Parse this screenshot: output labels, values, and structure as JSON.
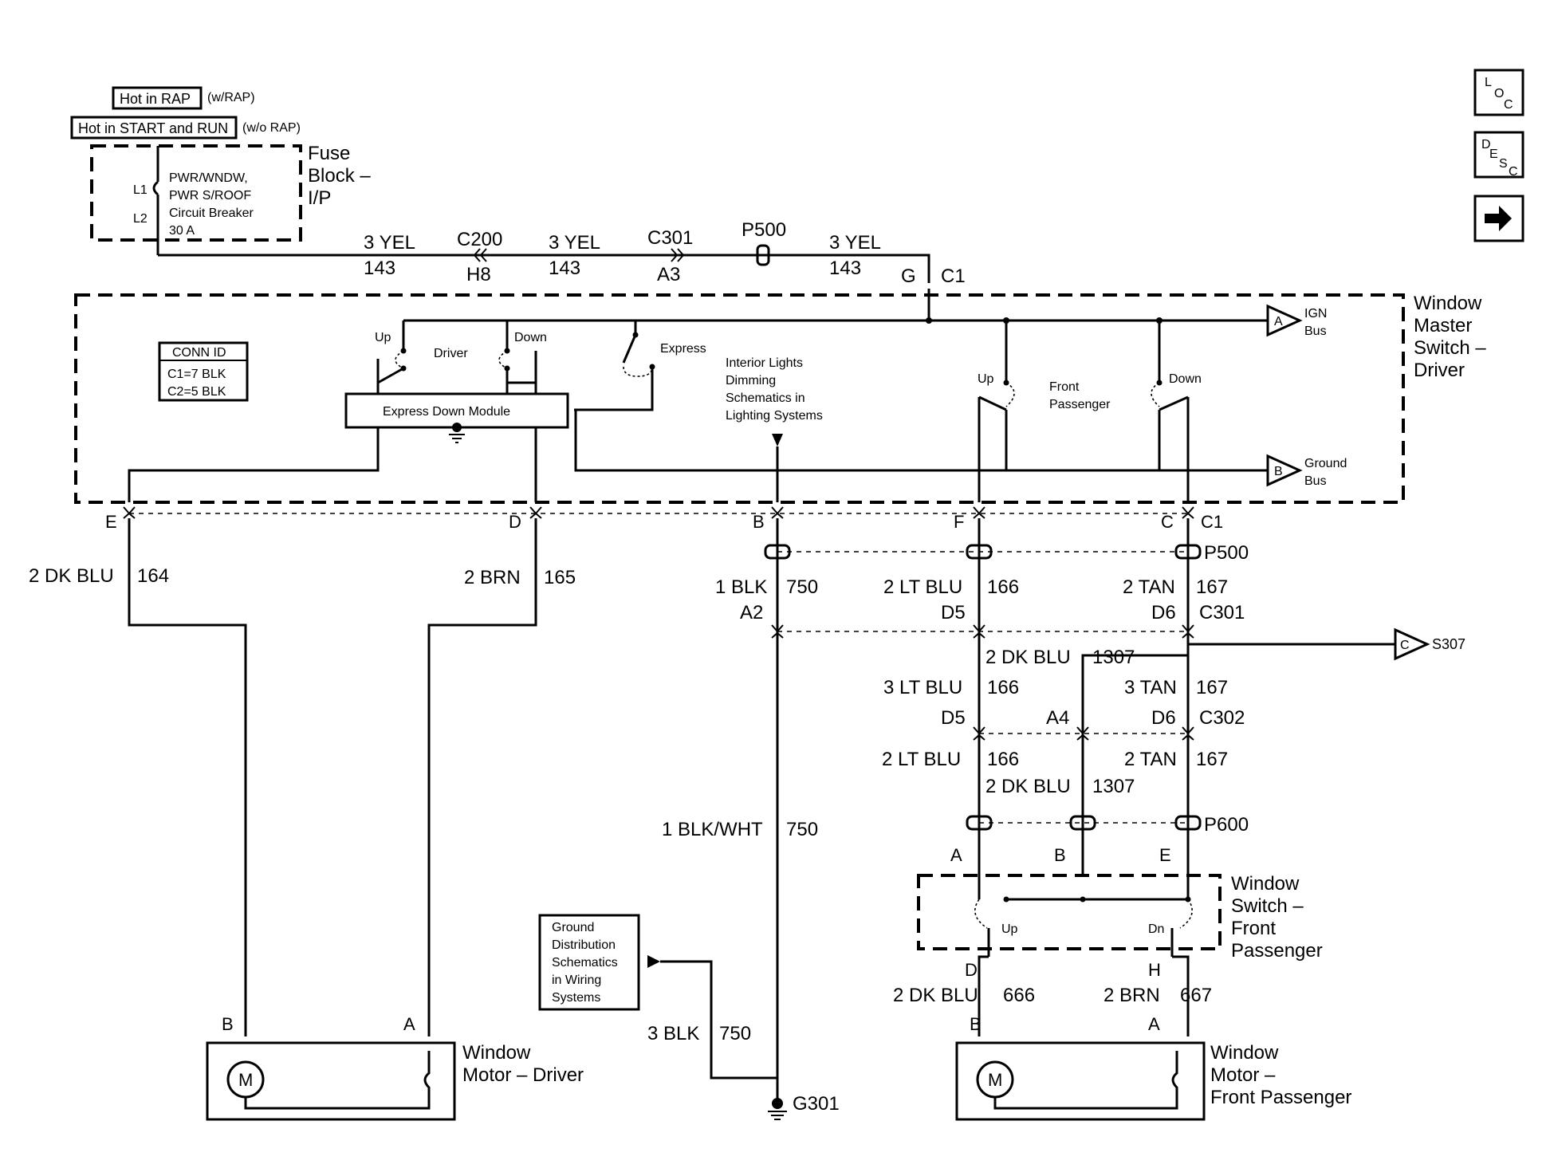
{
  "power": {
    "hot_rap": "Hot in RAP",
    "w_rap": "(w/RAP)",
    "hot_start_run": "Hot in START and RUN",
    "wo_rap": "(w/o RAP)"
  },
  "fuse_block": {
    "title_line1": "Fuse",
    "title_line2": "Block –",
    "title_line3": "I/P",
    "l1": "L1",
    "l2": "L2",
    "desc_line1": "PWR/WNDW,",
    "desc_line2": "PWR S/ROOF",
    "desc_line3": "Circuit Breaker",
    "desc_line4": "30 A"
  },
  "top_circuit": {
    "seg1_wire": "3 YEL",
    "seg1_num": "143",
    "c200": "C200",
    "h8": "H8",
    "seg2_wire": "3 YEL",
    "seg2_num": "143",
    "c301": "C301",
    "a3": "A3",
    "p500": "P500",
    "seg3_wire": "3 YEL",
    "seg3_num": "143",
    "g": "G",
    "c1": "C1"
  },
  "master_switch": {
    "title_line1": "Window",
    "title_line2": "Master",
    "title_line3": "Switch –",
    "title_line4": "Driver",
    "conn_id": "CONN ID",
    "c1_id": "C1=7 BLK",
    "c2_id": "C2=5 BLK",
    "up": "Up",
    "down": "Down",
    "driver": "Driver",
    "express": "Express",
    "express_module": "Express Down Module",
    "interior_line1": "Interior Lights",
    "interior_line2": "Dimming",
    "interior_line3": "Schematics in",
    "interior_line4": "Lighting Systems",
    "fp_up": "Up",
    "fp_down": "Down",
    "front": "Front",
    "passenger": "Passenger",
    "ign_a": "A",
    "ign": "IGN",
    "ign_bus": "Bus",
    "gnd_b": "B",
    "ground": "Ground",
    "gnd_bus": "Bus"
  },
  "pins_c1": {
    "e": "E",
    "d": "D",
    "b": "B",
    "f": "F",
    "c": "C",
    "c1": "C1"
  },
  "wires": {
    "w164": "2 DK BLU",
    "n164": "164",
    "w165": "2 BRN",
    "n165": "165",
    "w750a": "1 BLK",
    "n750a": "750",
    "a2": "A2",
    "w166a": "2 LT BLU",
    "n166a": "166",
    "d5a": "D5",
    "w167a": "2 TAN",
    "n167a": "167",
    "d6a": "D6",
    "c301": "C301",
    "p500": "P500",
    "s307_c": "C",
    "s307": "S307",
    "w1307a": "2 DK BLU",
    "n1307a": "1307",
    "w166b": "3 LT BLU",
    "n166b": "166",
    "w167b": "3 TAN",
    "n167b": "167",
    "d5b": "D5",
    "a4": "A4",
    "d6b": "D6",
    "c302": "C302",
    "w166c": "2 LT BLU",
    "n166c": "166",
    "w167c": "2 TAN",
    "n167c": "167",
    "w1307b": "2 DK BLU",
    "n1307b": "1307",
    "p600": "P600",
    "w750b": "1 BLK/WHT",
    "n750b": "750",
    "w750c": "3 BLK",
    "n750c": "750",
    "g301": "G301",
    "w666": "2 DK BLU",
    "n666": "666",
    "w667": "2 BRN",
    "n667": "667"
  },
  "passenger_switch": {
    "pin_a": "A",
    "pin_b": "B",
    "pin_e": "E",
    "title_line1": "Window",
    "title_line2": "Switch –",
    "title_line3": "Front",
    "title_line4": "Passenger",
    "up": "Up",
    "dn": "Dn",
    "pin_d": "D",
    "pin_h": "H"
  },
  "ground_ref": {
    "line1": "Ground",
    "line2": "Distribution",
    "line3": "Schematics",
    "line4": "in Wiring",
    "line5": "Systems"
  },
  "driver_motor": {
    "pin_b": "B",
    "pin_a": "A",
    "m": "M",
    "title_line1": "Window",
    "title_line2": "Motor – Driver"
  },
  "passenger_motor": {
    "pin_b": "B",
    "pin_a": "A",
    "m": "M",
    "title_line1": "Window",
    "title_line2": "Motor –",
    "title_line3": "Front Passenger"
  },
  "nav": {
    "loc_l": "L",
    "loc_o": "O",
    "loc_c": "C",
    "desc_d": "D",
    "desc_e": "E",
    "desc_s": "S",
    "desc_c": "C",
    "next_icon": "arrow-right-icon"
  }
}
